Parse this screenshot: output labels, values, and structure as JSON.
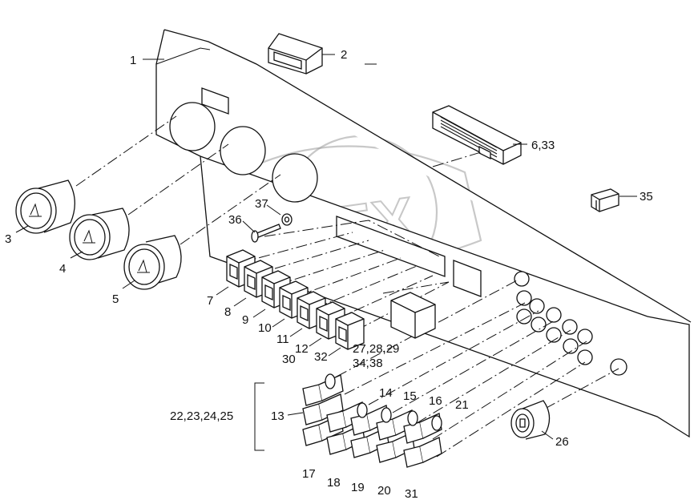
{
  "diagram": {
    "watermark": "OPEX",
    "labels": {
      "l1": "1",
      "l2": "2",
      "l3": "3",
      "l4": "4",
      "l5": "5",
      "l633": "6,33",
      "l7": "7",
      "l8": "8",
      "l9": "9",
      "l10": "10",
      "l11": "11",
      "l12": "12",
      "l13": "13",
      "l14": "14",
      "l15": "15",
      "l16": "16",
      "l17": "17",
      "l18": "18",
      "l19": "19",
      "l20": "20",
      "l21": "21",
      "l2225": "22,23,24,25",
      "l26": "26",
      "l272829": "27,28,29",
      "l30": "30",
      "l31": "31",
      "l32": "32",
      "l3438": "34,38",
      "l35": "35",
      "l36": "36",
      "l37": "37"
    }
  }
}
